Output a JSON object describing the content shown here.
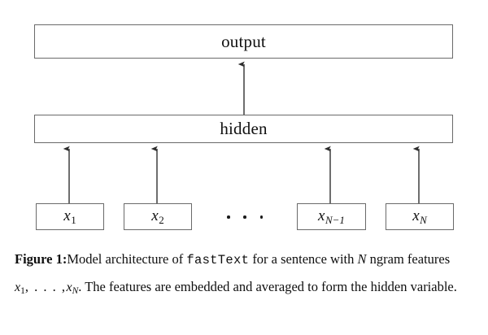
{
  "figure": {
    "background_color": "#ffffff",
    "stroke_color": "#6a6a6a",
    "arrow_color": "#3a3a3a",
    "text_color": "#111111"
  },
  "diagram": {
    "type": "neural-network-architecture",
    "layers": [
      {
        "id": "output",
        "label": "output"
      },
      {
        "id": "hidden",
        "label": "hidden"
      }
    ],
    "inputs": [
      {
        "id": "x1",
        "base": "x",
        "subscript": "1",
        "subscript_italic": false
      },
      {
        "id": "x2",
        "base": "x",
        "subscript": "2",
        "subscript_italic": false
      },
      {
        "id": "xNm1",
        "base": "x",
        "subscript": "N−1",
        "subscript_italic": true
      },
      {
        "id": "xN",
        "base": "x",
        "subscript": "N",
        "subscript_italic": true
      }
    ],
    "ellipsis": "· · ·",
    "edges": [
      {
        "from": "hidden",
        "to": "output"
      },
      {
        "from": "x1",
        "to": "hidden"
      },
      {
        "from": "x2",
        "to": "hidden"
      },
      {
        "from": "xNm1",
        "to": "hidden"
      },
      {
        "from": "xN",
        "to": "hidden"
      }
    ]
  },
  "caption": {
    "label": "Figure 1:",
    "text_part_1": "Model architecture of ",
    "mono_term": "fastText",
    "text_part_2": " for a sentence with ",
    "var_N": "N",
    "text_part_3": " ngram features ",
    "feature_first_base": "x",
    "feature_first_sub": "1",
    "feature_dots": ", . . . ,",
    "feature_last_base": "x",
    "feature_last_sub": "N",
    "text_part_4": ". The features are embedded and averaged to form the hidden variable.",
    "full_text": "Figure 1: Model architecture of fastText for a sentence with N ngram features x1, . . . , xN. The features are embedded and averaged to form the hidden variable."
  }
}
